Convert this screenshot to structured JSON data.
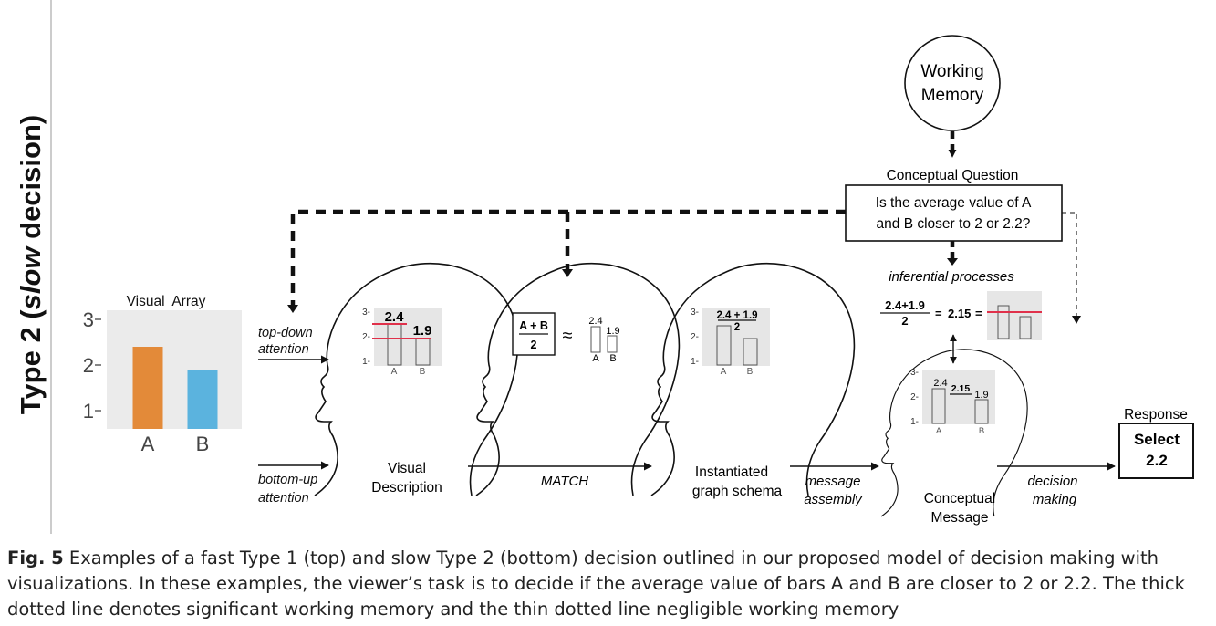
{
  "panel_label": {
    "prefix": "Type 2 (",
    "emph": "slow",
    "suffix": " decision)"
  },
  "visual_array": {
    "title": "Visual  Array",
    "y_ticks": [
      "1",
      "2",
      "3"
    ],
    "categories": [
      "A",
      "B"
    ],
    "values": [
      2.4,
      1.9
    ],
    "colors": [
      "#E38A39",
      "#5BB3DE"
    ],
    "background": "#EBEBEB"
  },
  "attention": {
    "top_down": [
      "top-down",
      "attention"
    ],
    "bottom_up": [
      "bottom-up",
      "attention"
    ]
  },
  "heads": {
    "visual_description": {
      "label": [
        "Visual",
        "Description"
      ],
      "val_a": "2.4",
      "val_b": "1.9"
    },
    "match": {
      "frac_num": "A + B",
      "frac_den": "2",
      "approx": "≈",
      "val_a": "2.4",
      "val_b": "1.9",
      "arrow_label": "MATCH"
    },
    "schema": {
      "label": [
        "Instantiated",
        "graph schema"
      ],
      "frac_num": "2.4 + 1.9",
      "frac_den": "2"
    },
    "conceptual_message": {
      "label": [
        "Conceptual",
        "Message"
      ],
      "val_a": "2.4",
      "val_mid": "2.15",
      "val_b": "1.9"
    }
  },
  "mini_chart": {
    "y_ticks": [
      "1-",
      "2-",
      "3-"
    ],
    "x_labels": [
      "A",
      "B"
    ]
  },
  "message_assembly": [
    "message",
    "assembly"
  ],
  "decision_making": [
    "decision",
    "making"
  ],
  "working_memory": [
    "Working",
    "Memory"
  ],
  "conceptual_question": {
    "title": "Conceptual Question",
    "text": [
      "Is the average value of A",
      "and B closer to 2 or 2.2?"
    ]
  },
  "inference": {
    "title": "inferential processes",
    "frac_num": "2.4+1.9",
    "frac_den": "2",
    "eq1": "=",
    "result": "2.15",
    "eq2": "="
  },
  "response": {
    "title": "Response",
    "lines": [
      "Select",
      "2.2"
    ]
  },
  "caption": {
    "label": "Fig. 5",
    "text": " Examples of a fast Type 1 (top) and slow Type 2 (bottom) decision outlined in our proposed model of decision making with visualizations. In these examples, the viewer’s task is to decide if the average value of bars A and B are closer to 2 or 2.2. The thick dotted line denotes significant working memory and the thin dotted line negligible working memory"
  },
  "colors": {
    "red_line": "#E0314B",
    "mini_bg": "#E6E6E6",
    "ink": "#111111"
  }
}
